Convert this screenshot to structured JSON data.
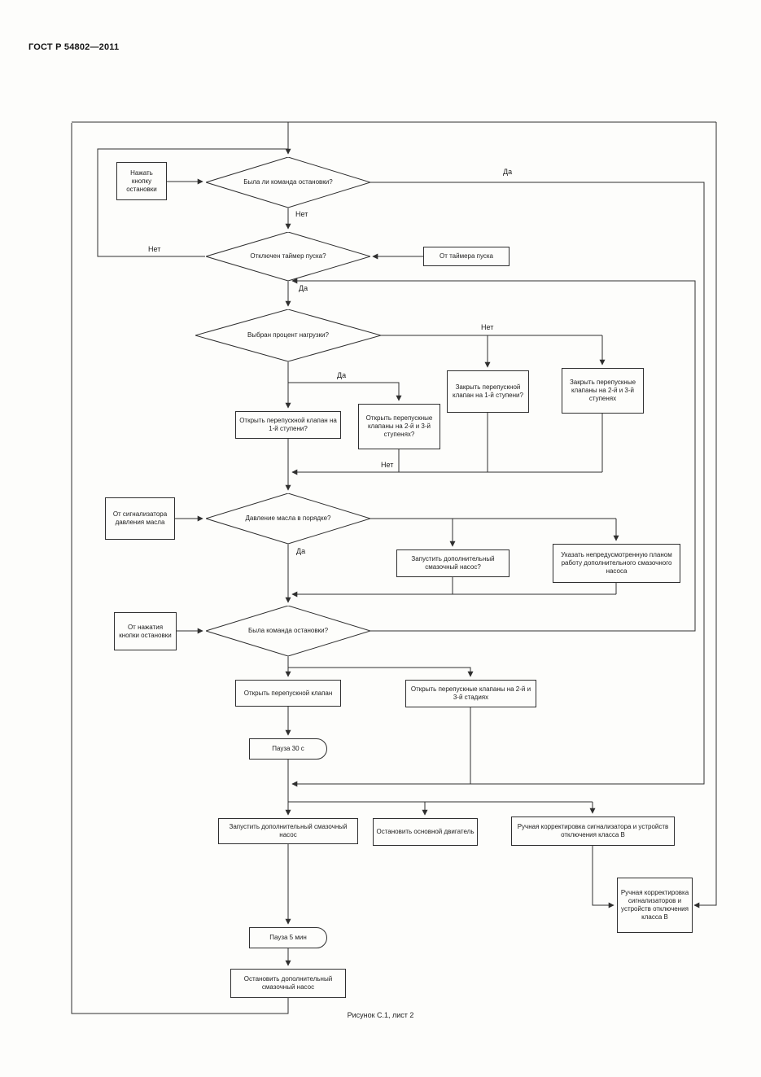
{
  "header": {
    "doc_number": "ГОСТ Р 54802—2011"
  },
  "caption": "Рисунок С.1, лист 2",
  "nodes": {
    "press_stop": "Нажать кнопку остановки",
    "was_stop_cmd": "Была ли команда остановки?",
    "timer_off": "Отключен таймер пуска?",
    "from_start_timer": "От таймера пуска",
    "load_percent": "Выбран процент нагрузки?",
    "close_stage1": "Закрыть перепускной клапан на 1-й ступени?",
    "close_stage23": "Закрыть перепускные клапаны на 2-й и 3-й ступенях",
    "open_stage1": "Открыть перепускной клапан на 1-й ступени?",
    "open_stage23": "Открыть перепускные клапаны на 2-й и 3-й ступенях?",
    "from_oil_sensor": "От сигнализатора давления масла",
    "oil_ok": "Давление масла в порядке?",
    "start_aux_pump_q": "Запустить дополнительный смазочный насос?",
    "unplanned_work": "Указать непредусмотренную планом работу дополнительного смазочного насоса",
    "from_stop_press": "От нажатия кнопки остановки",
    "stop_cmd": "Была команда остановки?",
    "open_bypass": "Открыть перепускной клапан",
    "open_stages23": "Открыть перепускные клапаны на 2-й и 3-й стадиях",
    "pause_30s": "Пауза 30 с",
    "start_aux_pump": "Запустить дополнительный смазочный насос",
    "stop_main_engine": "Остановить основной двигатель",
    "manual_correction_b": "Ручная корректировка сигнализатора и устройств отключения класса В",
    "manual_correction_b2": "Ручная корректировка сигнализаторов и устройств отключения класса В",
    "pause_5min": "Пауза 5 мин",
    "stop_aux_pump": "Остановить дополнительный смазочный насос"
  },
  "edge_labels": {
    "d1_yes": "Да",
    "d1_no": "Нет",
    "d2_no": "Нет",
    "d2_yes": "Да",
    "d3_no": "Нет",
    "d3_yes": "Да",
    "stage_merge_no": "Нет",
    "d4_yes": "Да"
  }
}
